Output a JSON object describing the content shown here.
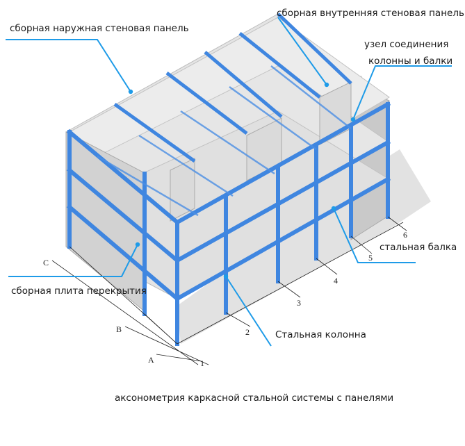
{
  "colors": {
    "steel": "#3f86e0",
    "steel_dark": "#1d5fb8",
    "leader": "#1e9be8",
    "panel": "#dcdcdc",
    "panel_dark": "#b9b9b9",
    "slab": "#e6e6e6",
    "shadow": "#cfcfcf"
  },
  "labels": {
    "outer_panel": "сборная наружная стеновая панель",
    "inner_panel": "сборная внутренняя стеновая панель",
    "joint_line1": "узел соединения",
    "joint_line2": "колонны и балки",
    "steel_beam": "стальная балка",
    "floor_slab": "сборная плита перекрытия",
    "steel_column": "Стальная колонна"
  },
  "axes": {
    "letters": [
      "C",
      "B",
      "A"
    ],
    "numbers": [
      "1",
      "2",
      "3",
      "4",
      "5",
      "6"
    ]
  },
  "caption": "аксонометрия каркасной стальной системы с панелями"
}
